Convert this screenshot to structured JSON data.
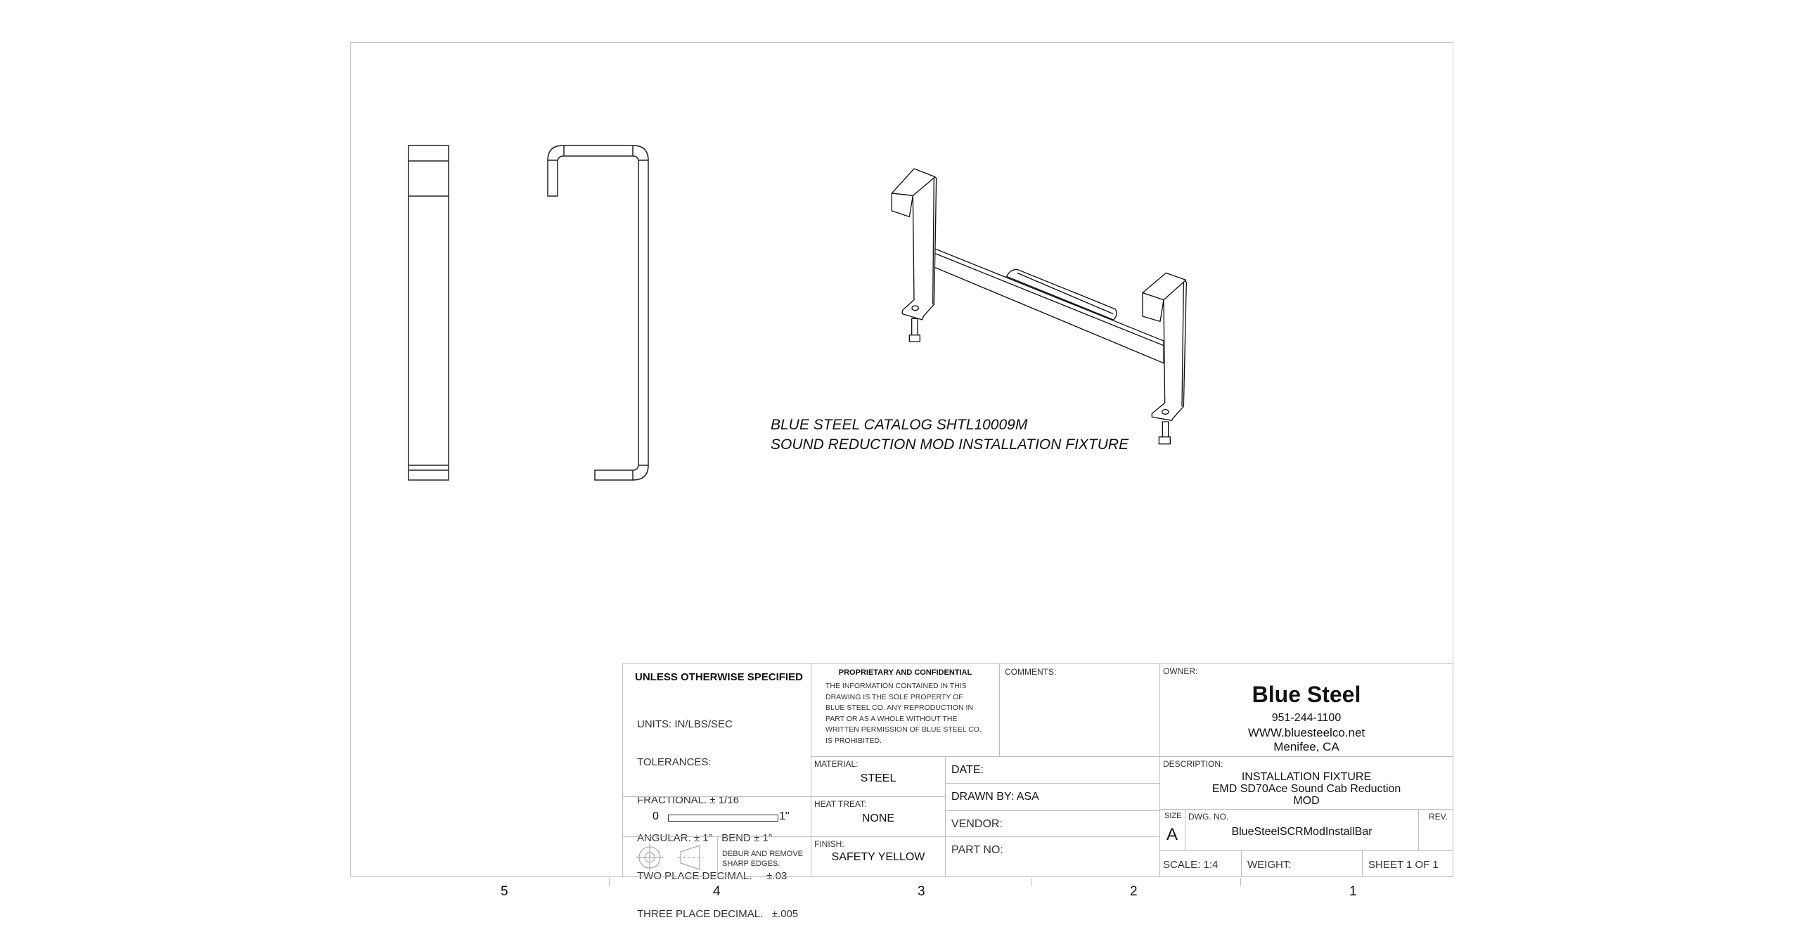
{
  "drawing_note": [
    "BLUE STEEL CATALOG SHTL10009M",
    "SOUND REDUCTION MOD INSTALLATION FIXTURE"
  ],
  "title_block": {
    "general": {
      "heading": "UNLESS OTHERWISE SPECIFIED",
      "lines": [
        "UNITS: IN/LBS/SEC",
        "TOLERANCES:",
        "FRACTIONAL. ± 1/16",
        "ANGULAR. ± 1°   BEND ± 1°",
        "TWO PLACE DECIMAL.     ±.03",
        "THREE PLACE DECIMAL.   ±.005"
      ]
    },
    "scale_bar": {
      "start": "0",
      "end": "1\""
    },
    "debur_note": [
      "DEBUR AND REMOVE",
      "SHARP EDGES."
    ],
    "proprietary": {
      "heading": "PROPRIETARY AND CONFIDENTIAL",
      "lines": [
        "THE INFORMATION CONTAINED IN THIS",
        "DRAWING IS THE SOLE PROPERTY OF",
        "BLUE STEEL CO.  ANY REPRODUCTION IN",
        "PART OR AS A WHOLE WITHOUT THE",
        "WRITTEN PERMISSION OF BLUE STEEL CO.",
        "IS PROHIBITED."
      ]
    },
    "comments_label": "COMMENTS:",
    "material": {
      "label": "MATERIAL:",
      "value": "STEEL"
    },
    "heat_treat": {
      "label": "HEAT TREAT:",
      "value": "NONE"
    },
    "finish": {
      "label": "FINISH:",
      "value": "SAFETY YELLOW"
    },
    "date": "DATE:",
    "drawn_by": "DRAWN BY: ASA",
    "vendor": "VENDOR:",
    "part_no": "PART NO:",
    "owner": {
      "label": "OWNER:",
      "name": "Blue Steel",
      "phone": "951-244-1100",
      "web": "WWW.bluesteelco.net",
      "location": "Menifee, CA"
    },
    "description": {
      "label": "DESCRIPTION:",
      "lines": [
        "INSTALLATION FIXTURE",
        "EMD SD70Ace Sound Cab Reduction",
        "MOD"
      ]
    },
    "size": {
      "label": "SIZE",
      "value": "A"
    },
    "dwg_no": {
      "label": "DWG.  NO.",
      "value": "BlueSteelSCRModInstallBar"
    },
    "rev": {
      "label": "REV."
    },
    "scale": "SCALE: 1:4",
    "weight": "WEIGHT:",
    "sheet": "SHEET 1 OF 1"
  },
  "zones": [
    "5",
    "4",
    "3",
    "2",
    "1"
  ]
}
